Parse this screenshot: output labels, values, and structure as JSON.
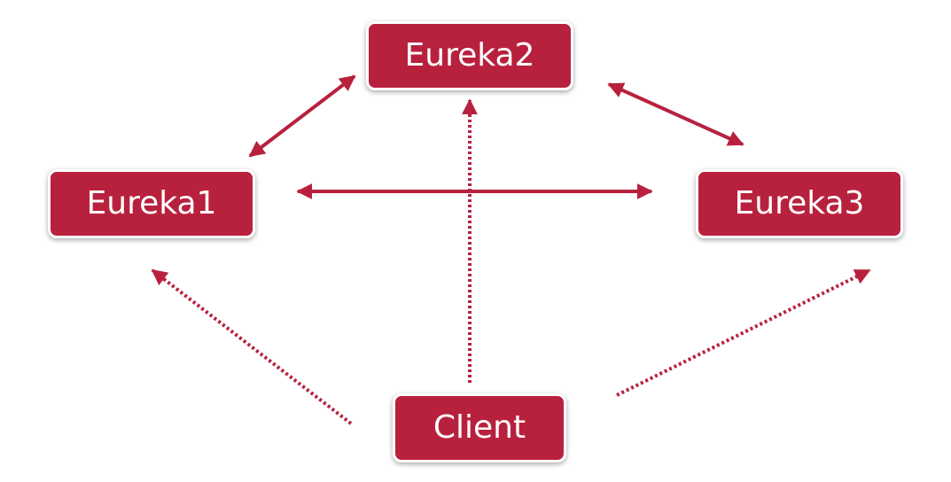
{
  "diagram": {
    "colors": {
      "node_fill": "#b8213e",
      "node_border": "#ffffff",
      "label": "#ffffff",
      "connector": "#b8213e"
    },
    "nodes": {
      "eureka1": {
        "label": "Eureka1"
      },
      "eureka2": {
        "label": "Eureka2"
      },
      "eureka3": {
        "label": "Eureka3"
      },
      "client": {
        "label": "Client"
      }
    },
    "connections": [
      {
        "from": "eureka1",
        "to": "eureka2",
        "style": "solid",
        "arrows": "both"
      },
      {
        "from": "eureka2",
        "to": "eureka3",
        "style": "solid",
        "arrows": "both"
      },
      {
        "from": "eureka1",
        "to": "eureka3",
        "style": "solid",
        "arrows": "both"
      },
      {
        "from": "client",
        "to": "eureka1",
        "style": "dotted",
        "arrows": "end"
      },
      {
        "from": "client",
        "to": "eureka2",
        "style": "dotted",
        "arrows": "end"
      },
      {
        "from": "client",
        "to": "eureka3",
        "style": "dotted",
        "arrows": "end"
      }
    ]
  }
}
